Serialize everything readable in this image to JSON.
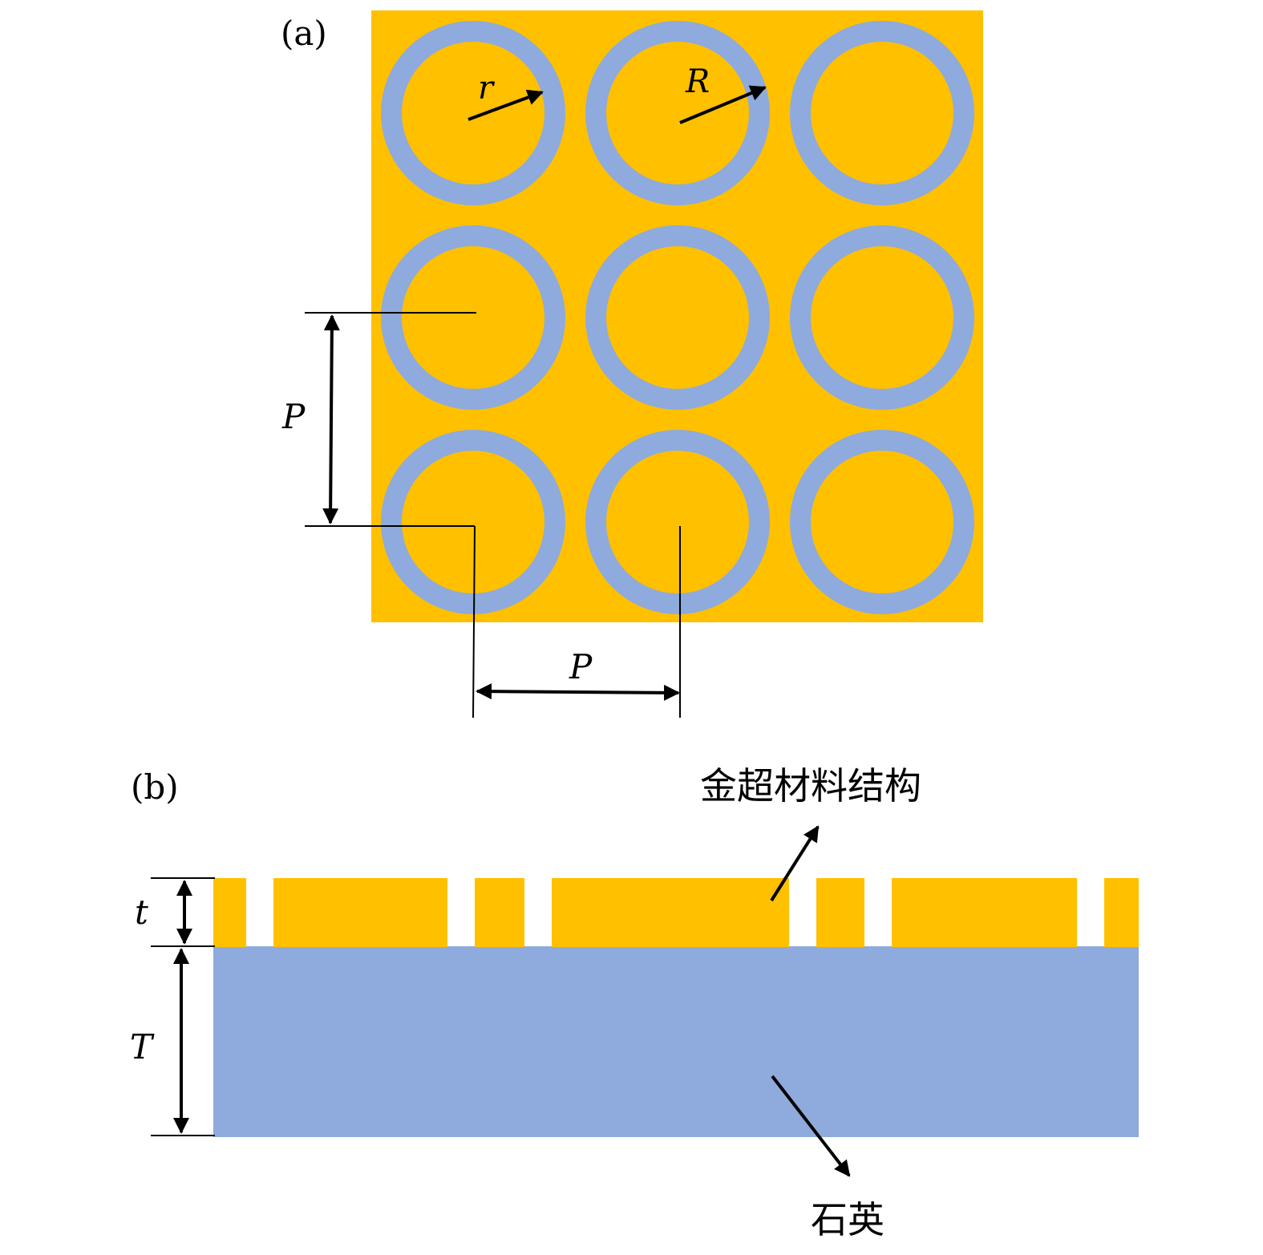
{
  "colors": {
    "gold": "#FFC000",
    "quartz": "#8FAADC",
    "line": "#000000",
    "background": "#FFFFFF"
  },
  "panel_a": {
    "label": "(a)",
    "grid": {
      "rows": 3,
      "cols": 3
    },
    "inner_radius_label": "r",
    "outer_radius_label": "R",
    "period_vertical_label": "P",
    "period_horizontal_label": "P"
  },
  "panel_b": {
    "label": "(b)",
    "gold_thickness_label": "t",
    "substrate_thickness_label": "T",
    "metamaterial_label": "金超材料结构",
    "substrate_label": "石英"
  }
}
